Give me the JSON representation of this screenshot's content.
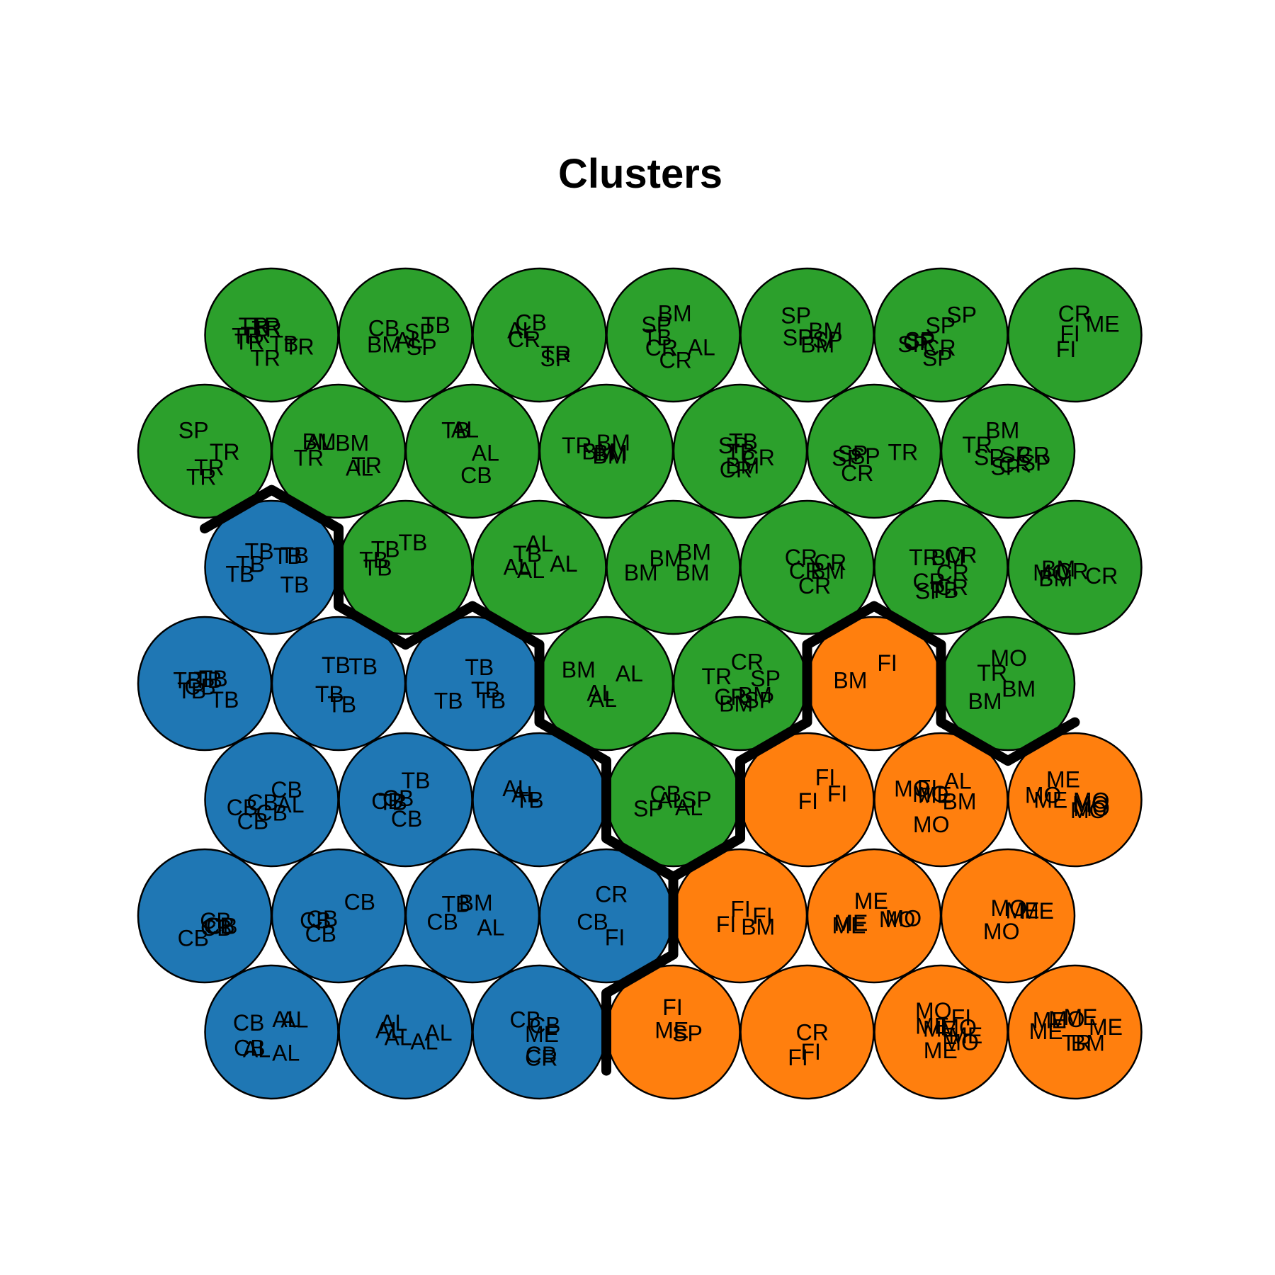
{
  "colors": {
    "cluster_1": "#2ca02c",
    "cluster_2": "#1f77b4",
    "cluster_3": "#ff7f0e",
    "background": "#ffffff",
    "border": "#000000"
  },
  "chart_data": {
    "type": "heatmap",
    "title": "Clusters",
    "grid": {
      "rows": 7,
      "cols": 7,
      "topology": "hexagonal",
      "odd_rows_offset": "right"
    },
    "legend": "none",
    "rows": [
      {
        "row": 1,
        "clusters": [
          1,
          1,
          1,
          1,
          1,
          1,
          1
        ]
      },
      {
        "row": 2,
        "clusters": [
          1,
          1,
          1,
          1,
          1,
          1,
          1
        ]
      },
      {
        "row": 3,
        "clusters": [
          2,
          1,
          1,
          1,
          1,
          1,
          1
        ]
      },
      {
        "row": 4,
        "clusters": [
          2,
          2,
          2,
          1,
          1,
          3,
          1
        ]
      },
      {
        "row": 5,
        "clusters": [
          2,
          2,
          2,
          1,
          3,
          3,
          3
        ]
      },
      {
        "row": 6,
        "clusters": [
          2,
          2,
          2,
          2,
          3,
          3,
          3
        ]
      },
      {
        "row": 7,
        "clusters": [
          2,
          2,
          2,
          3,
          3,
          3,
          3
        ]
      }
    ],
    "cells": [
      {
        "row": 1,
        "col": 1,
        "labels": [
          "TR",
          "TB",
          "TR",
          "TR",
          "TR",
          "TR",
          "TR",
          "TR",
          "TR"
        ]
      },
      {
        "row": 1,
        "col": 2,
        "labels": [
          "CB",
          "AL",
          "TB",
          "SP",
          "SP",
          "BM"
        ]
      },
      {
        "row": 1,
        "col": 3,
        "labels": [
          "CB",
          "SP",
          "CR",
          "AL",
          "TR"
        ]
      },
      {
        "row": 1,
        "col": 4,
        "labels": [
          "CR",
          "AL",
          "CR",
          "TB",
          "SP",
          "BM"
        ]
      },
      {
        "row": 1,
        "col": 5,
        "labels": [
          "BM",
          "SP",
          "SP",
          "SP",
          "BM"
        ]
      },
      {
        "row": 1,
        "col": 6,
        "labels": [
          "CR",
          "SP",
          "SP",
          "CR",
          "SP",
          "SP",
          "SP"
        ]
      },
      {
        "row": 1,
        "col": 7,
        "labels": [
          "ME",
          "CR",
          "FI",
          "FI"
        ]
      },
      {
        "row": 2,
        "col": 1,
        "labels": [
          "TR",
          "SP",
          "TR",
          "TR"
        ]
      },
      {
        "row": 2,
        "col": 2,
        "labels": [
          "AL",
          "TR",
          "TR",
          "BM",
          "AL",
          "BM"
        ]
      },
      {
        "row": 2,
        "col": 3,
        "labels": [
          "AL",
          "AL",
          "TB",
          "CB"
        ]
      },
      {
        "row": 2,
        "col": 4,
        "labels": [
          "BM",
          "BM",
          "TR",
          "BM",
          "BM"
        ]
      },
      {
        "row": 2,
        "col": 5,
        "labels": [
          "CR",
          "CR",
          "BM",
          "TB",
          "TB",
          "SP"
        ]
      },
      {
        "row": 2,
        "col": 6,
        "labels": [
          "SP",
          "SP",
          "TR",
          "SP",
          "CR"
        ]
      },
      {
        "row": 2,
        "col": 7,
        "labels": [
          "BM",
          "SP",
          "SP",
          "SP",
          "CR",
          "CR",
          "SP",
          "TR"
        ]
      },
      {
        "row": 3,
        "col": 1,
        "labels": [
          "TB",
          "TB",
          "TB",
          "TB",
          "TB",
          "TB"
        ]
      },
      {
        "row": 3,
        "col": 2,
        "labels": [
          "TB",
          "TB",
          "TB",
          "TB"
        ]
      },
      {
        "row": 3,
        "col": 3,
        "labels": [
          "AL",
          "AL",
          "TB",
          "AL",
          "AL"
        ]
      },
      {
        "row": 3,
        "col": 4,
        "labels": [
          "BM",
          "BM",
          "BM",
          "BM"
        ]
      },
      {
        "row": 3,
        "col": 5,
        "labels": [
          "CR",
          "CR",
          "CR",
          "CR",
          "BM"
        ]
      },
      {
        "row": 3,
        "col": 6,
        "labels": [
          "CR",
          "TB",
          "SP",
          "TR",
          "BM",
          "CR",
          "CR",
          "CR"
        ]
      },
      {
        "row": 3,
        "col": 7,
        "labels": [
          "BM",
          "BM",
          "CR",
          "CR",
          "MO"
        ]
      },
      {
        "row": 4,
        "col": 1,
        "labels": [
          "TB",
          "TB",
          "CB",
          "TB",
          "TB",
          "TB"
        ]
      },
      {
        "row": 4,
        "col": 2,
        "labels": [
          "TB",
          "TB",
          "TB",
          "TB"
        ]
      },
      {
        "row": 4,
        "col": 3,
        "labels": [
          "TB",
          "TB",
          "TB",
          "TB"
        ]
      },
      {
        "row": 4,
        "col": 4,
        "labels": [
          "BM",
          "AL",
          "AL",
          "AL"
        ]
      },
      {
        "row": 4,
        "col": 5,
        "labels": [
          "CR",
          "BM",
          "SP",
          "SP",
          "CR",
          "TR",
          "BM"
        ]
      },
      {
        "row": 4,
        "col": 6,
        "labels": [
          "FI",
          "BM"
        ]
      },
      {
        "row": 4,
        "col": 7,
        "labels": [
          "TR",
          "BM",
          "BM",
          "MO"
        ]
      },
      {
        "row": 5,
        "col": 1,
        "labels": [
          "CB",
          "CB",
          "CB",
          "CB",
          "AL",
          "CB"
        ]
      },
      {
        "row": 5,
        "col": 2,
        "labels": [
          "TB",
          "CB",
          "TB",
          "CB",
          "CB"
        ]
      },
      {
        "row": 5,
        "col": 3,
        "labels": [
          "AL",
          "AL",
          "TB"
        ]
      },
      {
        "row": 5,
        "col": 4,
        "labels": [
          "SP",
          "AL",
          "CB",
          "AL",
          "SP"
        ]
      },
      {
        "row": 5,
        "col": 5,
        "labels": [
          "FI",
          "FI",
          "FI"
        ]
      },
      {
        "row": 5,
        "col": 6,
        "labels": [
          "AL",
          "MO",
          "BM",
          "ME",
          "FI",
          "MO",
          "MO"
        ]
      },
      {
        "row": 5,
        "col": 7,
        "labels": [
          "ME",
          "MO",
          "MO",
          "MO",
          "ME",
          "MO",
          "MO"
        ]
      },
      {
        "row": 6,
        "col": 1,
        "labels": [
          "CB",
          "CB",
          "CB",
          "CB",
          "CB"
        ]
      },
      {
        "row": 6,
        "col": 2,
        "labels": [
          "CB",
          "CB",
          "CB",
          "CB"
        ]
      },
      {
        "row": 6,
        "col": 3,
        "labels": [
          "BM",
          "TB",
          "CB",
          "AL"
        ]
      },
      {
        "row": 6,
        "col": 4,
        "labels": [
          "CB",
          "CR",
          "FI"
        ]
      },
      {
        "row": 6,
        "col": 5,
        "labels": [
          "BM",
          "FI",
          "FI",
          "FI"
        ]
      },
      {
        "row": 6,
        "col": 6,
        "labels": [
          "ME",
          "MO",
          "ME",
          "MO",
          "ME"
        ]
      },
      {
        "row": 6,
        "col": 7,
        "labels": [
          "MO",
          "ME",
          "ME",
          "MO"
        ]
      },
      {
        "row": 7,
        "col": 1,
        "labels": [
          "AL",
          "AL",
          "CB",
          "AL",
          "CB",
          "AL"
        ]
      },
      {
        "row": 7,
        "col": 2,
        "labels": [
          "AL",
          "AL",
          "AL",
          "AL",
          "AL"
        ]
      },
      {
        "row": 7,
        "col": 3,
        "labels": [
          "CR",
          "CB",
          "CB",
          "CB",
          "ME"
        ]
      },
      {
        "row": 7,
        "col": 4,
        "labels": [
          "FI",
          "ME",
          "SP"
        ]
      },
      {
        "row": 7,
        "col": 5,
        "labels": [
          "FI",
          "CR",
          "FI"
        ]
      },
      {
        "row": 7,
        "col": 6,
        "labels": [
          "ME",
          "ME",
          "MO",
          "ME",
          "MO",
          "MO",
          "FI",
          "ME"
        ]
      },
      {
        "row": 7,
        "col": 7,
        "labels": [
          "BM",
          "ME",
          "ME",
          "ME",
          "TR",
          "MO",
          "ME"
        ]
      }
    ]
  }
}
